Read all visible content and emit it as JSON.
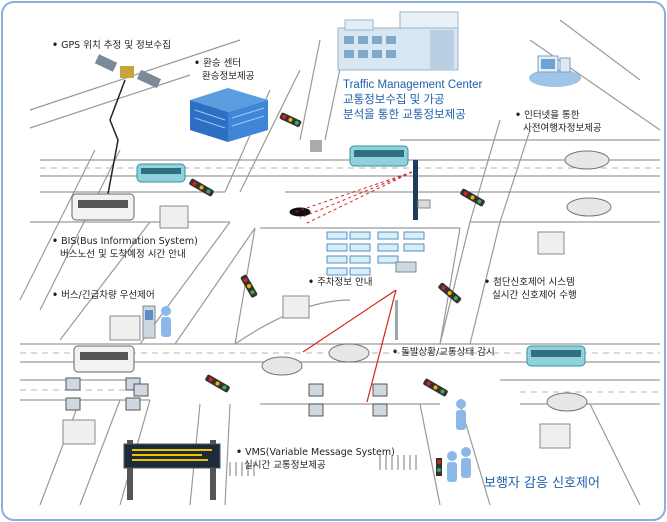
{
  "colors": {
    "accent_blue": "#1f5fae",
    "road_line": "#9a9a9a",
    "border": "#8ab0d8",
    "signal_red": "#d8221f",
    "bus_teal": "#57b8c8"
  },
  "labels": {
    "gps": "GPS 위치 추정 및 정보수집",
    "transfer_line1": "환승 센터",
    "transfer_line2": "환승정보제공",
    "tmc_line1": "Traffic Management Center",
    "tmc_line2": "교통정보수집 및 가공",
    "tmc_line3": "분석을 통한 교통정보제공",
    "internet_line1": "인터넷을 통한",
    "internet_line2": "사전여행자정보제공",
    "bis_line1": "BIS(Bus Information System)",
    "bis_line2": "버스노선 및 도착예정 시간 안내",
    "priority": "버스/긴급차량 우선제어",
    "parking": "주차정보 안내",
    "adaptive_line1": "첨단신호제어 시스템",
    "adaptive_line2": "실시간 신호제어 수행",
    "incident": "돌발상황/교통상태 감시",
    "vms_line1": "VMS(Variable Message System)",
    "vms_line2": "실시간 교통정보제공",
    "pedestrian": "보행자 감응 신호제어"
  },
  "icons": [
    "satellite-icon",
    "building-icon",
    "control-center-icon",
    "computer-icon",
    "bus-icon",
    "car-icon",
    "traffic-signal-icon",
    "bus-stop-icon",
    "kiosk-icon",
    "pedestrian-icon",
    "vms-sign-icon",
    "parking-board-icon",
    "camera-pole-icon"
  ]
}
